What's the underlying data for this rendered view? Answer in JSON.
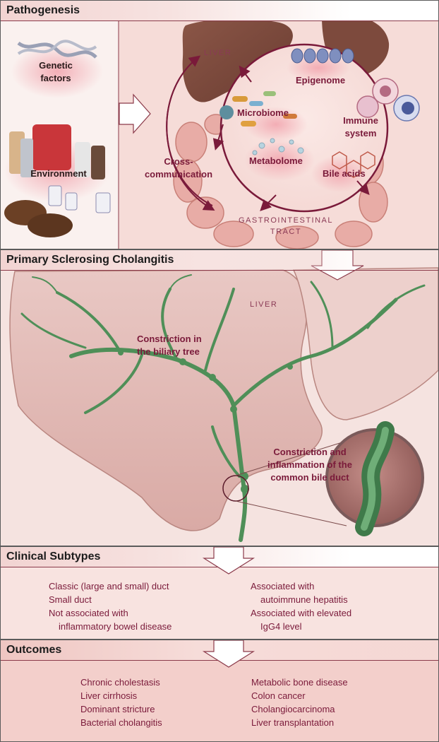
{
  "pathogenesis": {
    "header": "Pathogenesis",
    "genetic_factors": [
      "Genetic",
      "factors"
    ],
    "environment": "Environment",
    "liver": "LIVER",
    "epigenome": "Epigenome",
    "microbiome": "Microbiome",
    "immune_system": [
      "Immune",
      "system"
    ],
    "metabolome": "Metabolome",
    "bile_acids": "Bile acids",
    "cross_communication": [
      "Cross-",
      "communication"
    ],
    "gi_tract": [
      "GASTROINTESTINAL",
      "TRACT"
    ]
  },
  "psc": {
    "header": "Primary Sclerosing Cholangitis",
    "liver": "LIVER",
    "constriction_biliary": [
      "Constriction in",
      "the biliary tree"
    ],
    "constriction_common": [
      "Constriction and",
      "inflammation of  the",
      "common bile duct"
    ]
  },
  "clinical_subtypes": {
    "header": "Clinical Subtypes",
    "left": [
      {
        "text": "Classic (large and small) duct",
        "indent": false
      },
      {
        "text": "Small duct",
        "indent": false
      },
      {
        "text": "Not associated with",
        "indent": false
      },
      {
        "text": "inflammatory bowel disease",
        "indent": true
      }
    ],
    "right": [
      {
        "text": "Associated with",
        "indent": false
      },
      {
        "text": "autoimmune hepatitis",
        "indent": true
      },
      {
        "text": "Associated with elevated",
        "indent": false
      },
      {
        "text": "IgG4 level",
        "indent": true
      }
    ]
  },
  "outcomes": {
    "header": "Outcomes",
    "left": [
      "Chronic cholestasis",
      "Liver cirrhosis",
      "Dominant stricture",
      "Bacterial cholangitis"
    ],
    "right": [
      "Metabolic bone disease",
      "Colon cancer",
      "Cholangiocarcinoma",
      "Liver transplantation"
    ]
  },
  "colors": {
    "accent": "#7a1a3a",
    "liver_brown": "#7b4a3e",
    "intestine_pink": "#e6aaa4",
    "duct_green": "#4f8f58",
    "panel_pink": "#f6dedb"
  }
}
